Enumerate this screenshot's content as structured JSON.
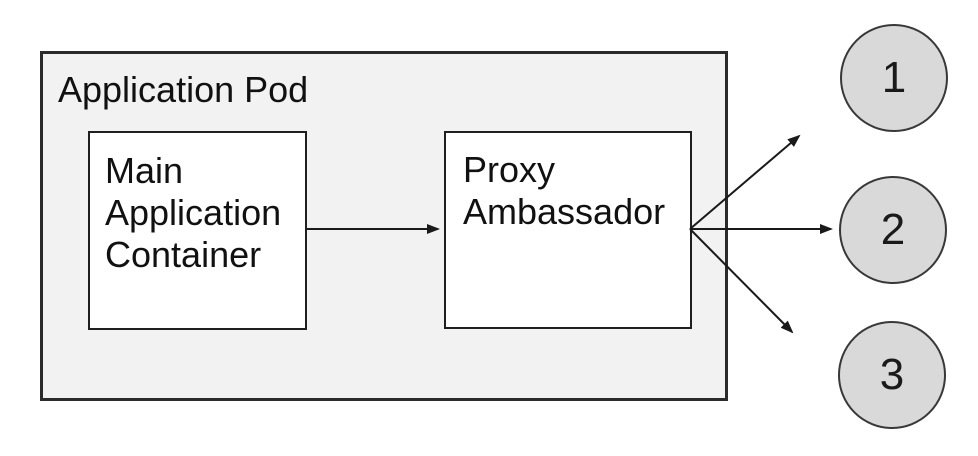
{
  "diagram": {
    "pod": {
      "label": "Application Pod",
      "fill_color": "#f2f2f2",
      "border_color": "#2b2b2b",
      "nodes": [
        {
          "id": "main-application-container",
          "label": "Main Application Container",
          "fill_color": "#ffffff",
          "border_color": "#1f1f1f"
        },
        {
          "id": "proxy-ambassador",
          "label": "Proxy Ambassador",
          "fill_color": "#ffffff",
          "border_color": "#1f1f1f"
        }
      ]
    },
    "endpoints": [
      {
        "id": "endpoint-1",
        "label": "1",
        "fill_color": "#d9d9d9",
        "border_color": "#383838"
      },
      {
        "id": "endpoint-2",
        "label": "2",
        "fill_color": "#d9d9d9",
        "border_color": "#383838"
      },
      {
        "id": "endpoint-3",
        "label": "3",
        "fill_color": "#d9d9d9",
        "border_color": "#383838"
      }
    ],
    "edges": [
      {
        "from": "main-application-container",
        "to": "proxy-ambassador"
      },
      {
        "from": "proxy-ambassador",
        "to": "endpoint-1"
      },
      {
        "from": "proxy-ambassador",
        "to": "endpoint-2"
      },
      {
        "from": "proxy-ambassador",
        "to": "endpoint-3"
      }
    ],
    "arrow_color": "#1a1a1a"
  }
}
